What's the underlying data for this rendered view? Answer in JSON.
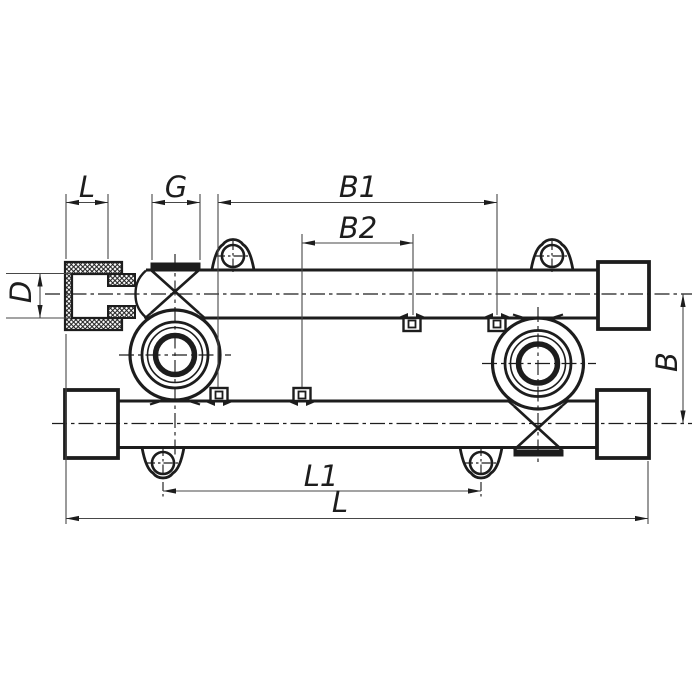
{
  "meta": {
    "type": "technical-drawing",
    "subject": "double-socket pipe manifold / wall-plate fitting set, front view",
    "ink_color": "#1d1d1d",
    "background_color": "#ffffff"
  },
  "dimensions": {
    "L_top": "L",
    "G": "G",
    "B1": "B1",
    "B2": "B2",
    "D": "D",
    "B": "B",
    "L1": "L1",
    "L": "L"
  }
}
